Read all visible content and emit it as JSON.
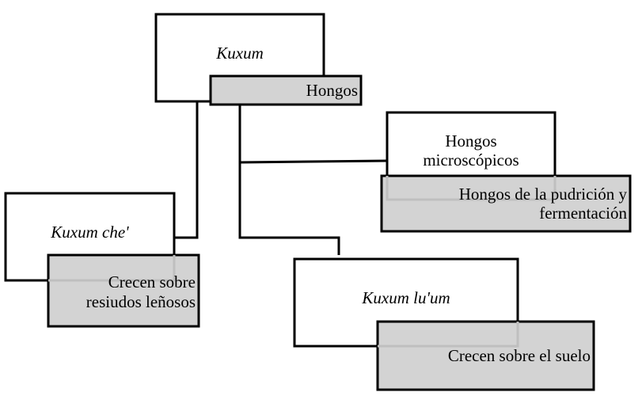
{
  "colors": {
    "stroke": "#000000",
    "term_fill": "#ffffff",
    "gloss_fill": "#d3d3d3",
    "overlap_stroke": "#bfbfbf"
  },
  "nodes": {
    "root": {
      "term": "Kuxum",
      "gloss": "Hongos"
    },
    "microscopic": {
      "term_line1": "Hongos",
      "term_line2": "microscópicos",
      "gloss_line1": "Hongos de la pudrición y",
      "gloss_line2": "fermentación"
    },
    "wood": {
      "term": "Kuxum che'",
      "gloss_line1": "Crecen sobre",
      "gloss_line2": "resiudos leñosos"
    },
    "soil": {
      "term": "Kuxum lu'um",
      "gloss": "Crecen sobre el suelo"
    }
  }
}
